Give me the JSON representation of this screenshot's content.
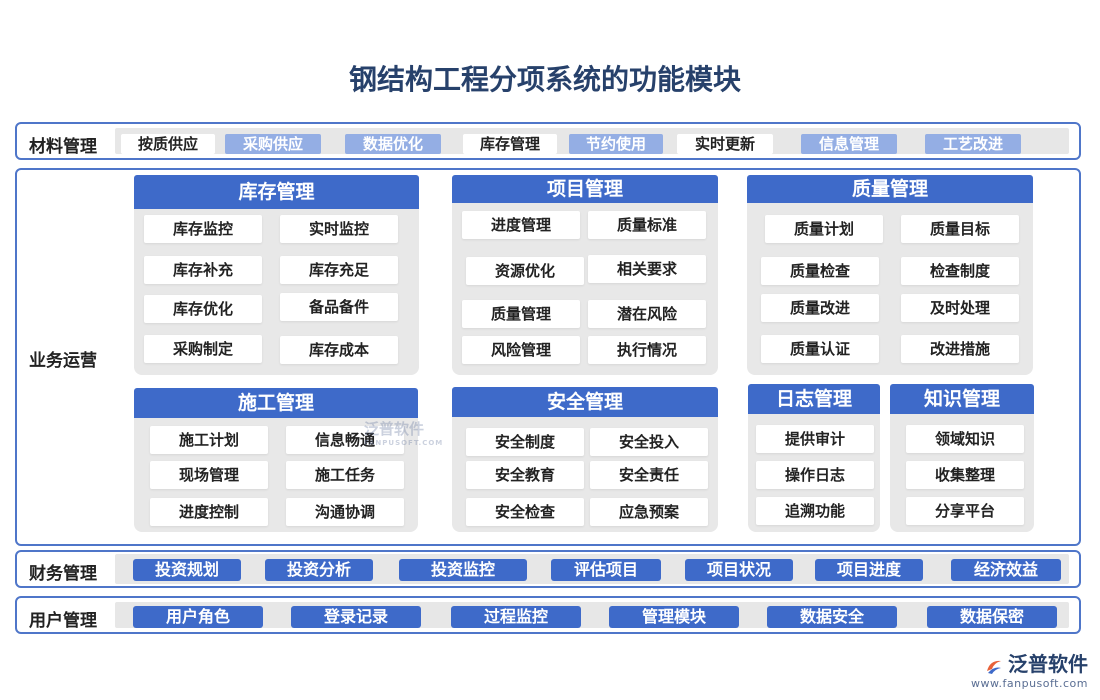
{
  "title": "钢结构工程分项系统的功能模块",
  "material": {
    "label": "材料管理",
    "items": [
      "按质供应",
      "采购供应",
      "数据优化",
      "库存管理",
      "节约使用",
      "实时更新",
      "信息管理",
      "工艺改进"
    ]
  },
  "business": {
    "label": "业务运营",
    "inventory": {
      "title": "库存管理",
      "items": [
        "库存监控",
        "实时监控",
        "库存补充",
        "库存充足",
        "库存优化",
        "备品备件",
        "采购制定",
        "库存成本"
      ]
    },
    "project": {
      "title": "项目管理",
      "items": [
        "进度管理",
        "质量标准",
        "资源优化",
        "相关要求",
        "质量管理",
        "潜在风险",
        "风险管理",
        "执行情况"
      ]
    },
    "quality": {
      "title": "质量管理",
      "items": [
        "质量计划",
        "质量目标",
        "质量检查",
        "检查制度",
        "质量改进",
        "及时处理",
        "质量认证",
        "改进措施"
      ]
    },
    "construction": {
      "title": "施工管理",
      "items": [
        "施工计划",
        "信息畅通",
        "现场管理",
        "施工任务",
        "进度控制",
        "沟通协调"
      ]
    },
    "safety": {
      "title": "安全管理",
      "items": [
        "安全制度",
        "安全投入",
        "安全教育",
        "安全责任",
        "安全检查",
        "应急预案"
      ]
    },
    "log": {
      "title": "日志管理",
      "items": [
        "提供审计",
        "操作日志",
        "追溯功能"
      ]
    },
    "knowledge": {
      "title": "知识管理",
      "items": [
        "领域知识",
        "收集整理",
        "分享平台"
      ]
    }
  },
  "finance": {
    "label": "财务管理",
    "items": [
      "投资规划",
      "投资分析",
      "投资监控",
      "评估项目",
      "项目状况",
      "项目进度",
      "经济效益"
    ]
  },
  "user": {
    "label": "用户管理",
    "items": [
      "用户角色",
      "登录记录",
      "过程监控",
      "管理模块",
      "数据安全",
      "数据保密"
    ]
  },
  "watermark": {
    "name": "泛普软件",
    "sub": "FANPUSOFT.COM"
  },
  "logo": {
    "name": "泛普软件",
    "url": "www.fanpusoft.com"
  },
  "colors": {
    "accent": "#3e6ac9",
    "light_accent": "#94aee4",
    "border": "#4f76c9",
    "panel": "#e8e8e8"
  }
}
